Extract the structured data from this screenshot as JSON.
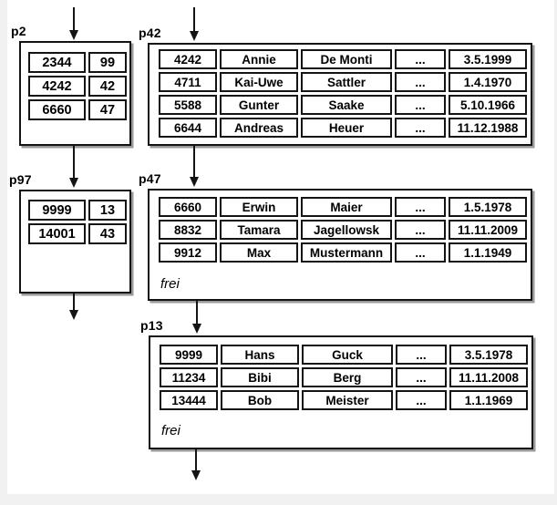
{
  "pages": {
    "p2": {
      "label": "p2",
      "rows": [
        [
          "2344",
          "99"
        ],
        [
          "4242",
          "42"
        ],
        [
          "6660",
          "47"
        ]
      ]
    },
    "p97": {
      "label": "p97",
      "rows": [
        [
          "9999",
          "13"
        ],
        [
          "14001",
          "43"
        ]
      ]
    },
    "p42": {
      "label": "p42",
      "rows": [
        [
          "4242",
          "Annie",
          "De Monti",
          "...",
          "3.5.1999"
        ],
        [
          "4711",
          "Kai-Uwe",
          "Sattler",
          "...",
          "1.4.1970"
        ],
        [
          "5588",
          "Gunter",
          "Saake",
          "...",
          "5.10.1966"
        ],
        [
          "6644",
          "Andreas",
          "Heuer",
          "...",
          "11.12.1988"
        ]
      ]
    },
    "p47": {
      "label": "p47",
      "free_label": "frei",
      "rows": [
        [
          "6660",
          "Erwin",
          "Maier",
          "...",
          "1.5.1978"
        ],
        [
          "8832",
          "Tamara",
          "Jagellowsk",
          "...",
          "11.11.2009"
        ],
        [
          "9912",
          "Max",
          "Mustermann",
          "...",
          "1.1.1949"
        ]
      ]
    },
    "p13": {
      "label": "p13",
      "free_label": "frei",
      "rows": [
        [
          "9999",
          "Hans",
          "Guck",
          "...",
          "3.5.1978"
        ],
        [
          "11234",
          "Bibi",
          "Berg",
          "...",
          "11.11.2008"
        ],
        [
          "13444",
          "Bob",
          "Meister",
          "...",
          "1.1.1969"
        ]
      ]
    }
  },
  "links": [
    {
      "name": "arrow-into-p2",
      "from": "external",
      "to": "p2"
    },
    {
      "name": "arrow-into-p42",
      "from": "external",
      "to": "p42"
    },
    {
      "name": "arrow-p2-to-p97",
      "from": "p2",
      "to": "p97"
    },
    {
      "name": "arrow-p42-to-p47",
      "from": "p42",
      "to": "p47"
    },
    {
      "name": "arrow-p97-down",
      "from": "p97",
      "to": "external"
    },
    {
      "name": "arrow-p47-to-p13",
      "from": "p47",
      "to": "p13"
    },
    {
      "name": "arrow-p13-down",
      "from": "p13",
      "to": "external"
    }
  ],
  "colors": {
    "border": "#141414",
    "shadow": "#9a9a9a",
    "sheet": "#ffffff",
    "canvas": "#f1f1f1",
    "text": "#000000"
  }
}
